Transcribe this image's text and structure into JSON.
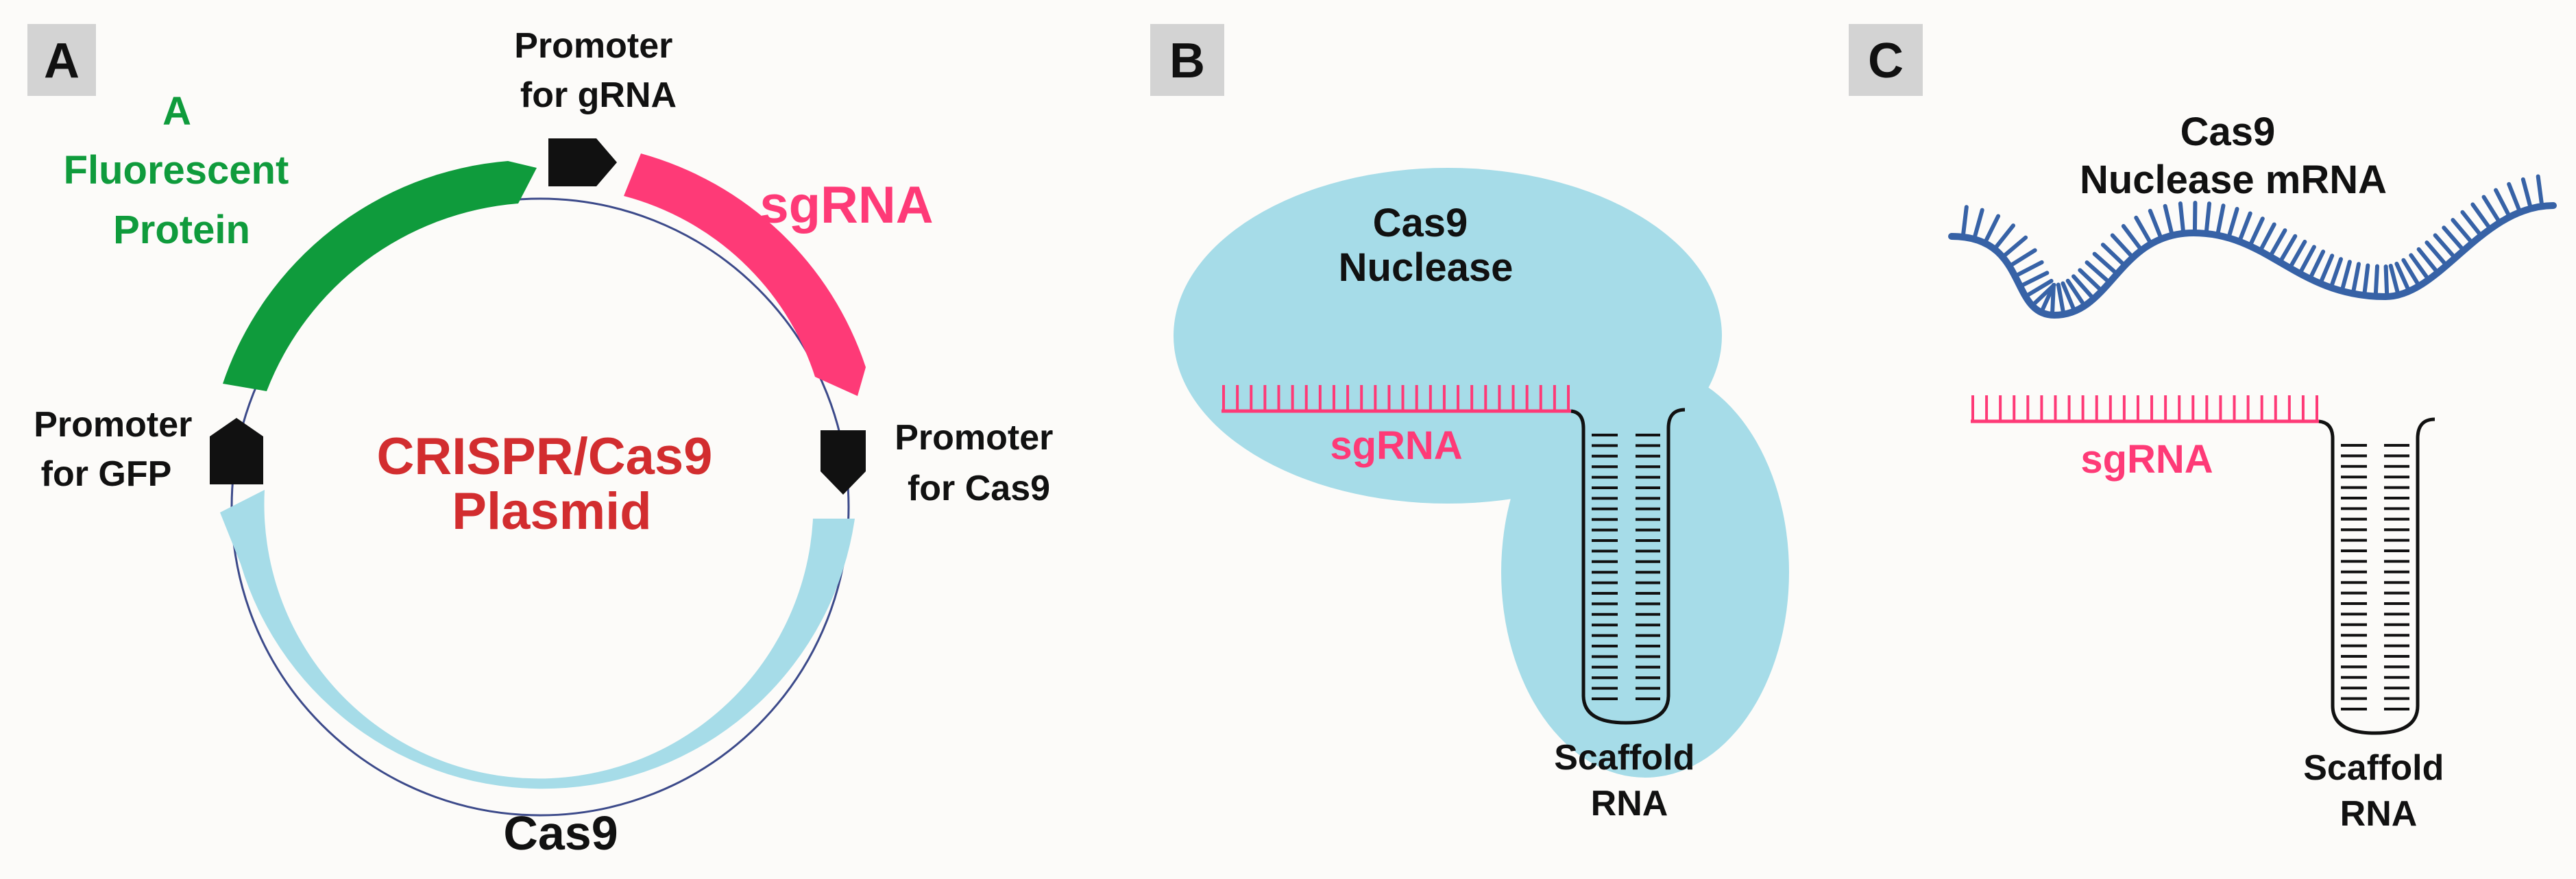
{
  "colors": {
    "background": "#fcfbf9",
    "panel_tag_bg": "#d3d3d3",
    "fluorescent": "#0f9b3c",
    "sgrna": "#fe3a77",
    "cas9_plasmid": "#a6dce8",
    "promoter": "#111111",
    "plasmid_title": "#d22d2f",
    "nuclease_body": "#a6dce8",
    "mrna": "#3762a6",
    "scaffold": "#111111",
    "text": "#111111"
  },
  "panels": {
    "a": {
      "tag": "A",
      "plasmid_title_line1": "CRISPR/Cas9",
      "plasmid_title_line2": "Plasmid",
      "fluorescent_line1": "A",
      "fluorescent_line2": "Fluorescent",
      "fluorescent_line3": "Protein",
      "promoter_grna_line1": "Promoter",
      "promoter_grna_line2": "for gRNA",
      "sgrna_label": "sgRNA",
      "promoter_gfp_line1": "Promoter",
      "promoter_gfp_line2": "for GFP",
      "promoter_cas9_line1": "Promoter",
      "promoter_cas9_line2": "for Cas9",
      "cas9_label": "Cas9"
    },
    "b": {
      "tag": "B",
      "nuclease_line1": "Cas9",
      "nuclease_line2": "Nuclease",
      "sgrna_label": "sgRNA",
      "scaffold_line1": "Scaffold",
      "scaffold_line2": "RNA"
    },
    "c": {
      "tag": "C",
      "mrna_line1": "Cas9",
      "mrna_line2": "Nuclease mRNA",
      "sgrna_label": "sgRNA",
      "scaffold_line1": "Scaffold",
      "scaffold_line2": "RNA"
    }
  }
}
